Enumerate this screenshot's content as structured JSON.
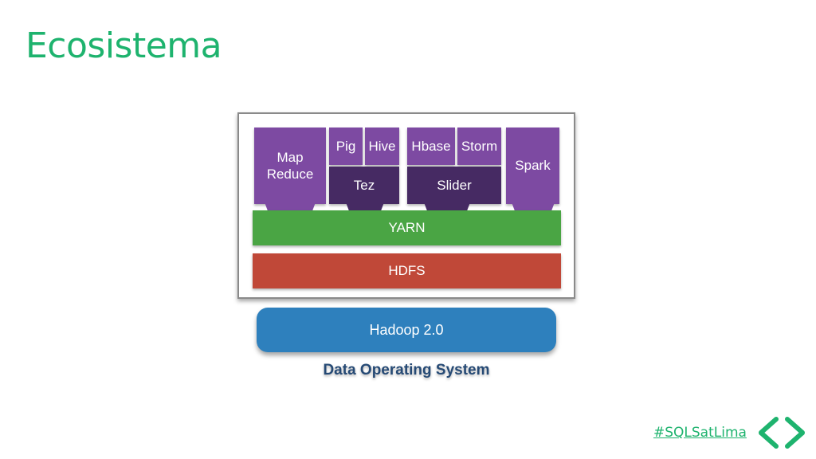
{
  "slide": {
    "title": "Ecosistema",
    "hashtag": "#SQLSatLima"
  },
  "diagram": {
    "top_apps": {
      "mapreduce": "Map\nReduce",
      "pig": "Pig",
      "hive": "Hive",
      "hbase": "Hbase",
      "storm": "Storm",
      "spark": "Spark"
    },
    "mid_layers": {
      "tez": "Tez",
      "slider": "Slider"
    },
    "yarn": "YARN",
    "hdfs": "HDFS",
    "hadoop": "Hadoop 2.0",
    "caption": "Data Operating System"
  },
  "colors": {
    "title_green": "#1eb36e",
    "app_purple": "#7d4aa2",
    "mid_dark_purple": "#462a63",
    "yarn_green": "#4aa544",
    "hdfs_red": "#c04838",
    "hadoop_blue": "#2e80bd",
    "caption_navy": "#264a75"
  },
  "icons": {
    "logo": "chevron-brackets-icon"
  }
}
